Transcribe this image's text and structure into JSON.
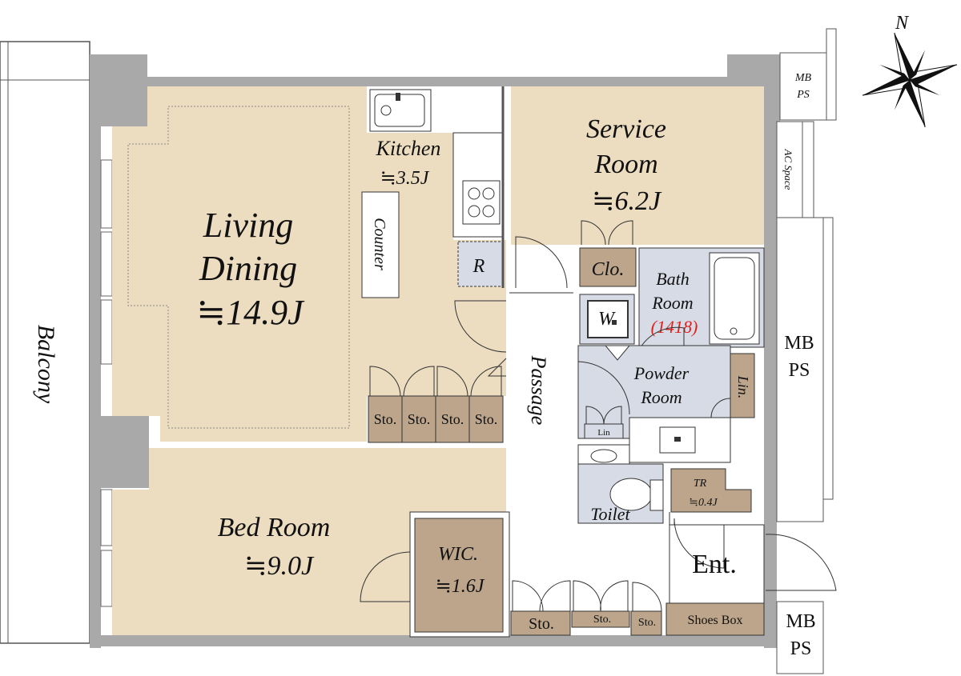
{
  "compass": {
    "north_label": "N"
  },
  "outside": {
    "balcony": "Balcony",
    "mbps_top": [
      "MB",
      "PS"
    ],
    "ac_space": "AC Space",
    "mbps_mid": [
      "MB",
      "PS"
    ],
    "mbps_bottom": [
      "MB",
      "PS"
    ]
  },
  "rooms": {
    "living": {
      "line1": "Living",
      "line2": "Dining",
      "size": "≒14.9J"
    },
    "kitchen": {
      "name": "Kitchen",
      "size": "≒3.5J",
      "counter": "Counter",
      "fridge": "R"
    },
    "service": {
      "line1": "Service",
      "line2": "Room",
      "size": "≒6.2J"
    },
    "bath": {
      "line1": "Bath",
      "line2": "Room",
      "model": "(1418)"
    },
    "powder": {
      "line1": "Powder",
      "line2": "Room"
    },
    "bedroom": {
      "name": "Bed Room",
      "size": "≒9.0J"
    },
    "wic": {
      "name": "WIC.",
      "size": "≒1.6J"
    },
    "toilet": {
      "name": "Toilet"
    },
    "tr": {
      "name": "TR",
      "size": "≒0.4J"
    },
    "entrance": {
      "name": "Ent."
    },
    "passage": {
      "name": "Passage"
    }
  },
  "storage": {
    "clo": "Clo.",
    "washer": "W",
    "lin_right": "Lin.",
    "lin_small": "Lin",
    "sto_row": [
      "Sto.",
      "Sto.",
      "Sto.",
      "Sto."
    ],
    "sto_bottom": [
      "Sto.",
      "Sto.",
      "Sto."
    ],
    "shoes_box": "Shoes Box"
  }
}
